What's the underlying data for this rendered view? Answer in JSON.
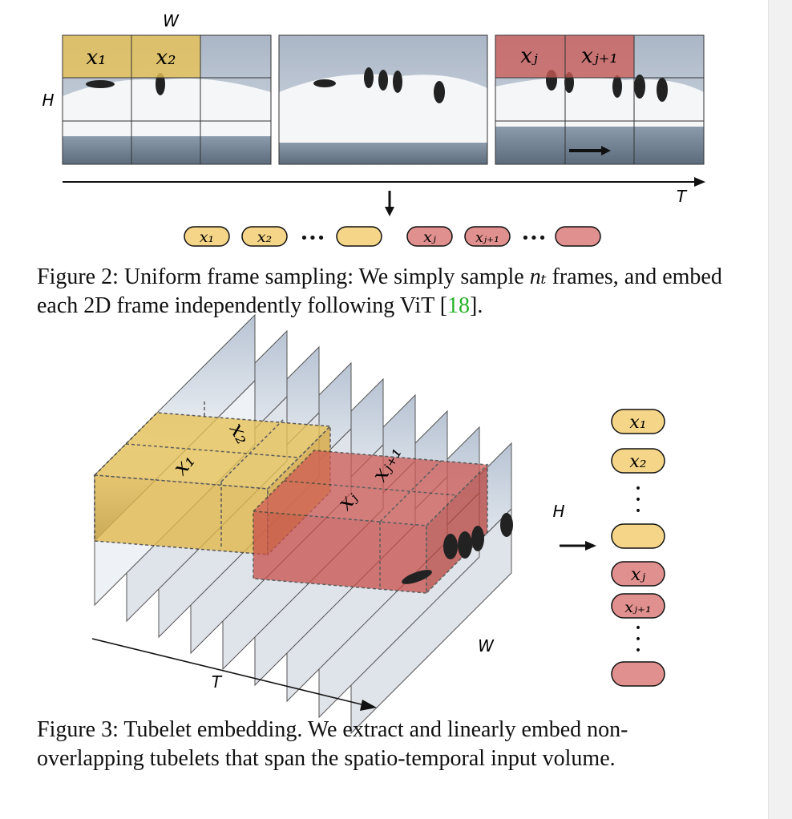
{
  "colors": {
    "yellow_patch": "#e8c255",
    "red_patch": "#cf5b55",
    "yellow_token": "#f5d587",
    "red_token": "#e0908e",
    "ref_link": "#27b327"
  },
  "fig2": {
    "axis_w": "W",
    "axis_h": "H",
    "axis_t": "T",
    "patch_labels": [
      "x₁",
      "x₂",
      "xⱼ",
      "xⱼ₊₁"
    ],
    "token_labels": [
      "x₁",
      "x₂",
      "xⱼ",
      "xⱼ₊₁"
    ],
    "ellipsis": "•••",
    "caption_prefix": "Figure 2: Uniform frame sampling: We simply sample ",
    "caption_math": "nₜ",
    "caption_mid": " frames, and embed each 2D frame independently following ViT [",
    "caption_ref": "18",
    "caption_suffix": "]."
  },
  "fig3": {
    "axis_w": "W",
    "axis_h": "H",
    "axis_t": "T",
    "tubelet_labels": [
      "x₁",
      "x₂",
      "xⱼ",
      "xⱼ₊₁"
    ],
    "token_labels": [
      "x₁",
      "x₂",
      "xⱼ",
      "xⱼ₊₁"
    ],
    "ellipsis": "•",
    "caption": "Figure 3: Tubelet embedding. We extract and linearly embed non-overlapping tubelets that span the spatio-temporal input volume."
  }
}
